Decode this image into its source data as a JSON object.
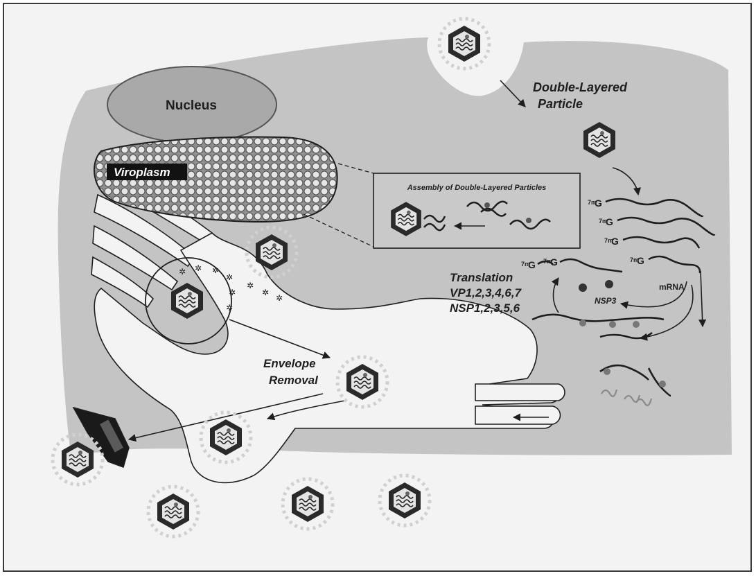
{
  "labels": {
    "nucleus": "Nucleus",
    "viroplasm": "Viroplasm",
    "double_layered_particle_line1": "Double-Layered",
    "double_layered_particle_line2": "Particle",
    "assembly_box_title": "Assembly of Double-Layered Particles",
    "translation": "Translation",
    "vp_list": "VP1,2,3,4,6,7",
    "nsp_list": "NSP1,2,3,5,6",
    "nsp3": "NSP3",
    "mrna": "mRNA",
    "cap_superscript": "7m",
    "cap_letter": "G",
    "envelope_line1": "Envelope",
    "envelope_line2": "Removal"
  },
  "colors": {
    "background": "#f3f3f3",
    "cell": "#c4c4c4",
    "nucleus": "#a9a9a9",
    "er_fill": "#f3f3f3",
    "outline": "#1e1e1e",
    "particle_core": "#2a2a2a",
    "particle_inner": "#e0e0e0",
    "spikes": "#d6d6d6"
  }
}
